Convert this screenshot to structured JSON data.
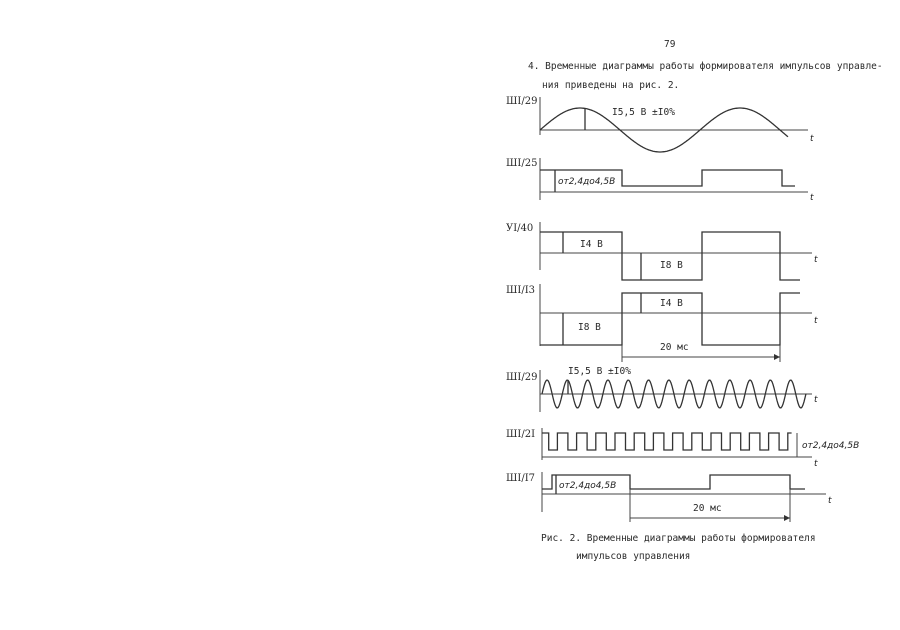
{
  "page_number": "79",
  "paragraph": {
    "line1": "4. Временные диаграммы работы формирователя импульсов управле-",
    "line2": "ния приведены на рис. 2."
  },
  "diagrams": [
    {
      "label": "ШI/29",
      "annotation": "I5,5 B ±I0%"
    },
    {
      "label": "ШI/25",
      "annotation": "от2,4до4,5В"
    },
    {
      "label": "УI/40",
      "annotation_high": "I4 B",
      "annotation_low": "I8 B"
    },
    {
      "label": "ШI/I3",
      "annotation_high": "I4 B",
      "annotation_low": "I8 B",
      "period": "20 мс"
    },
    {
      "label": "ШI/29",
      "annotation": "I5,5 B ±I0%"
    },
    {
      "label": "ШI/2I",
      "annotation": "от2,4до4,5В"
    },
    {
      "label": "ШI/I7",
      "annotation": "от2,4до4,5В",
      "period": "20 мс"
    }
  ],
  "axis_label": "t",
  "caption": {
    "line1": "Рис. 2. Временные диаграммы работы формирователя",
    "line2": "импульсов управления"
  }
}
